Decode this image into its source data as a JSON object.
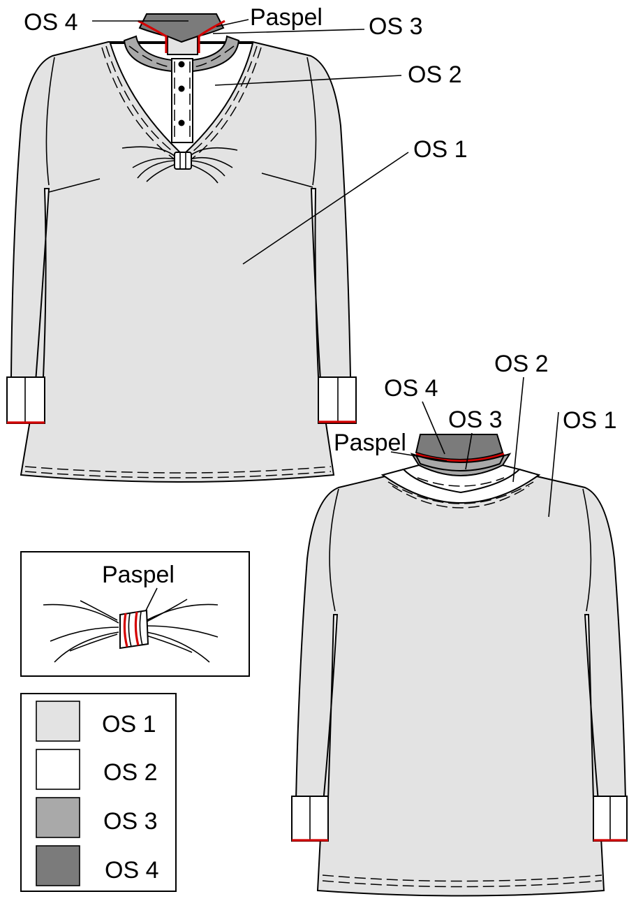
{
  "colors": {
    "os1": "#e3e3e3",
    "os2": "#ffffff",
    "os3": "#a9a9a9",
    "os4": "#7b7b7b",
    "paspel": "#d40000",
    "outline": "#000000"
  },
  "front": {
    "labels": {
      "os4": "OS 4",
      "paspel": "Paspel",
      "os3": "OS 3",
      "os2": "OS 2",
      "os1": "OS 1"
    }
  },
  "back": {
    "labels": {
      "os2": "OS 2",
      "os4": "OS 4",
      "os3": "OS 3",
      "os1": "OS 1",
      "paspel": "Paspel"
    }
  },
  "detail": {
    "label": "Paspel"
  },
  "legend": [
    {
      "label": "OS 1",
      "color": "#e3e3e3"
    },
    {
      "label": "OS 2",
      "color": "#ffffff"
    },
    {
      "label": "OS 3",
      "color": "#a9a9a9"
    },
    {
      "label": "OS 4",
      "color": "#7b7b7b"
    }
  ]
}
